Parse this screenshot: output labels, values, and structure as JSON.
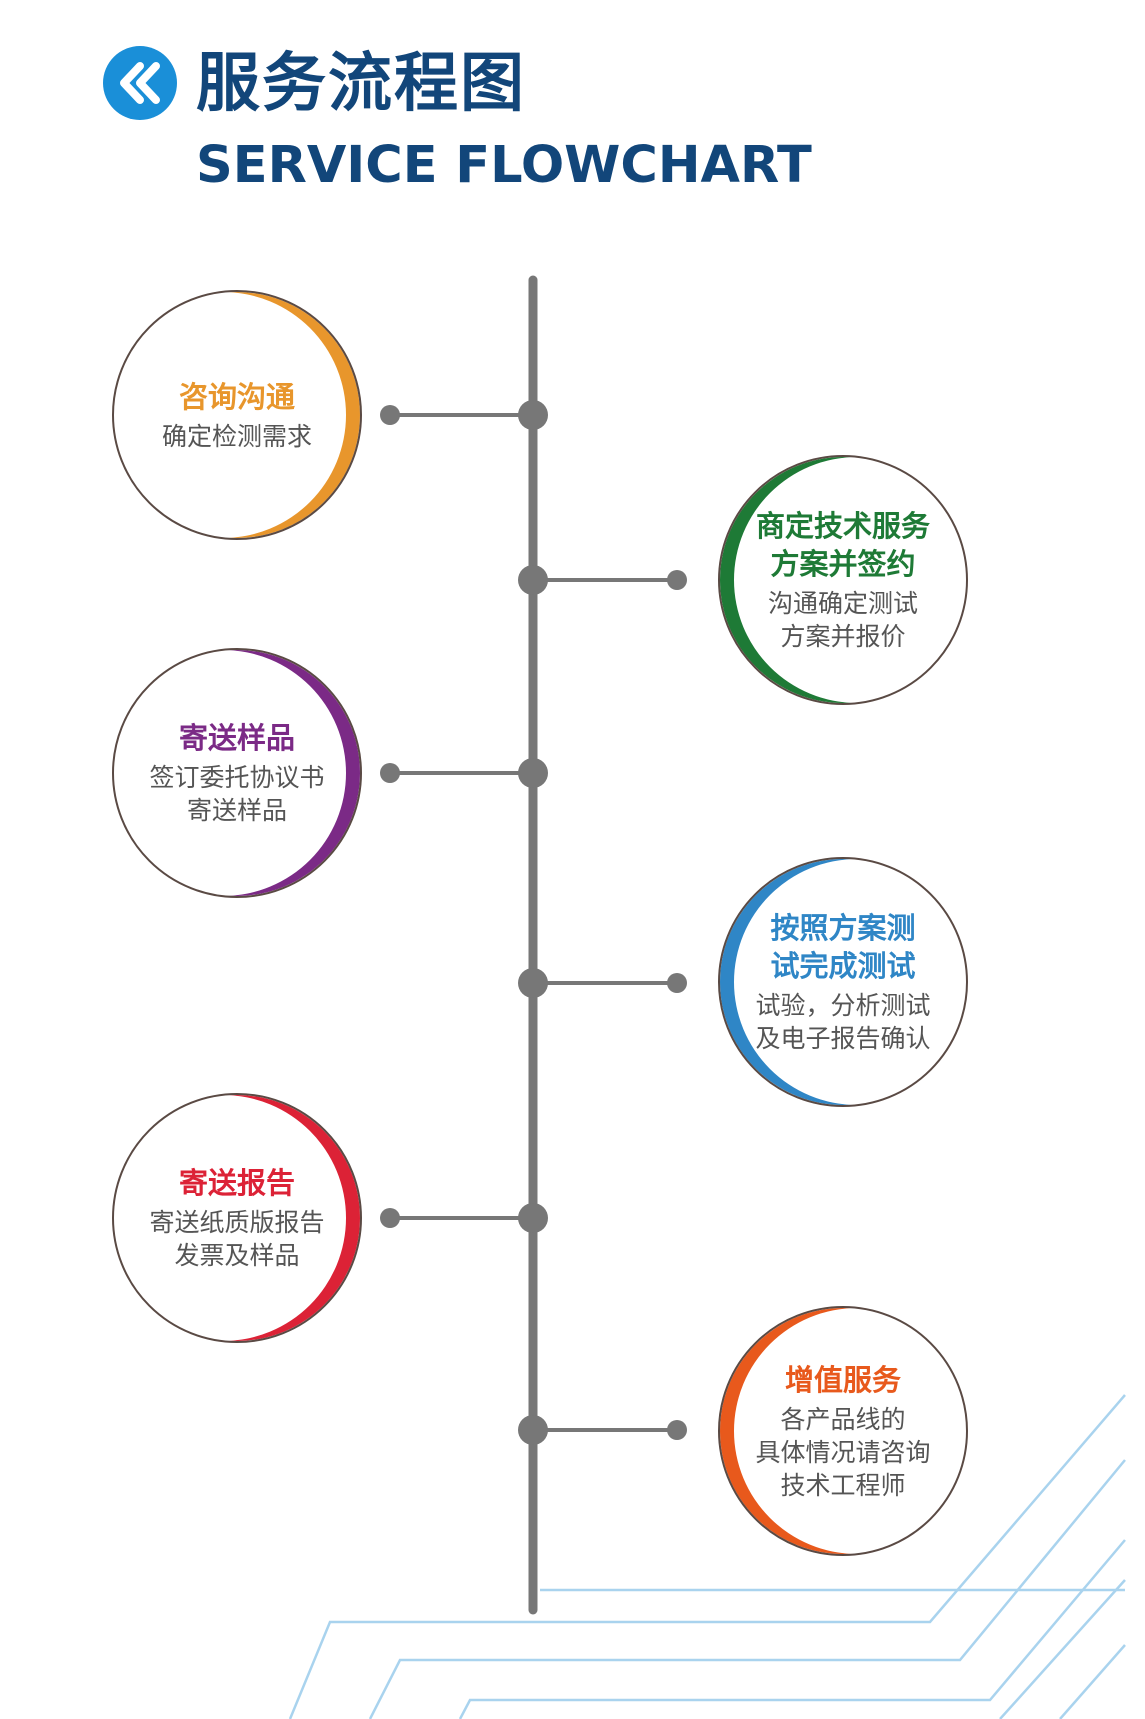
{
  "header": {
    "title_cn": "服务流程图",
    "title_en": "SERVICE FLOWCHART",
    "icon": "double-chevron-left-icon",
    "icon_color": "#1a8fd8",
    "text_color": "#12467a"
  },
  "steps": [
    {
      "title": [
        "咨询沟通"
      ],
      "desc": [
        "确定检测需求"
      ],
      "side": "left",
      "color": "#e8962c"
    },
    {
      "title": [
        "商定技术服务",
        "方案并签约"
      ],
      "desc": [
        "沟通确定测试",
        "方案并报价"
      ],
      "side": "right",
      "color": "#1e7a36"
    },
    {
      "title": [
        "寄送样品"
      ],
      "desc": [
        "签订委托协议书",
        "寄送样品"
      ],
      "side": "left",
      "color": "#7b2a86"
    },
    {
      "title": [
        "按照方案测",
        "试完成测试"
      ],
      "desc": [
        "试验，分析测试",
        "及电子报告确认"
      ],
      "side": "right",
      "color": "#2f86c6"
    },
    {
      "title": [
        "寄送报告"
      ],
      "desc": [
        "寄送纸质版报告",
        "发票及样品"
      ],
      "side": "left",
      "color": "#dc2236"
    },
    {
      "title": [
        "增值服务"
      ],
      "desc": [
        "各产品线的",
        "具体情况请咨询",
        "技术工程师"
      ],
      "side": "right",
      "color": "#e8591c"
    }
  ],
  "timeline_color": "#777777",
  "deco_color": "#a9d3ee"
}
